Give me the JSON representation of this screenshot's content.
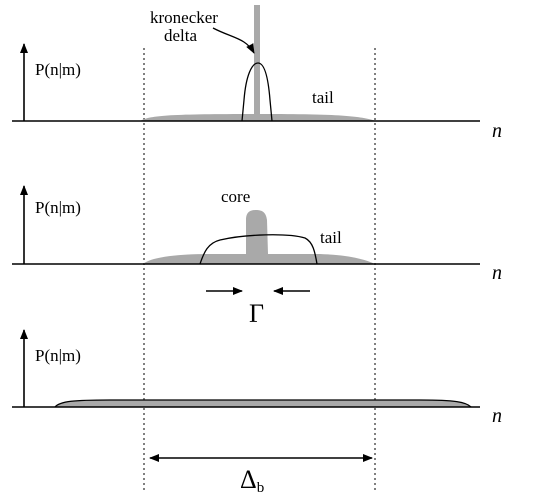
{
  "colors": {
    "distribution_fill": "#a9a9a9",
    "line": "#000000",
    "background": "#ffffff"
  },
  "panels": [
    {
      "ylabel": "P(n|m)",
      "xlabel": "n",
      "annotations": [
        "kronecker",
        "delta",
        "tail"
      ]
    },
    {
      "ylabel": "P(n|m)",
      "xlabel": "n",
      "annotations": [
        "core",
        "tail"
      ]
    },
    {
      "ylabel": "P(n|m)",
      "xlabel": "n",
      "annotations": []
    }
  ],
  "width_labels": {
    "gamma": "Γ",
    "delta_b_symbol": "Δ",
    "delta_b_subscript": "b"
  }
}
